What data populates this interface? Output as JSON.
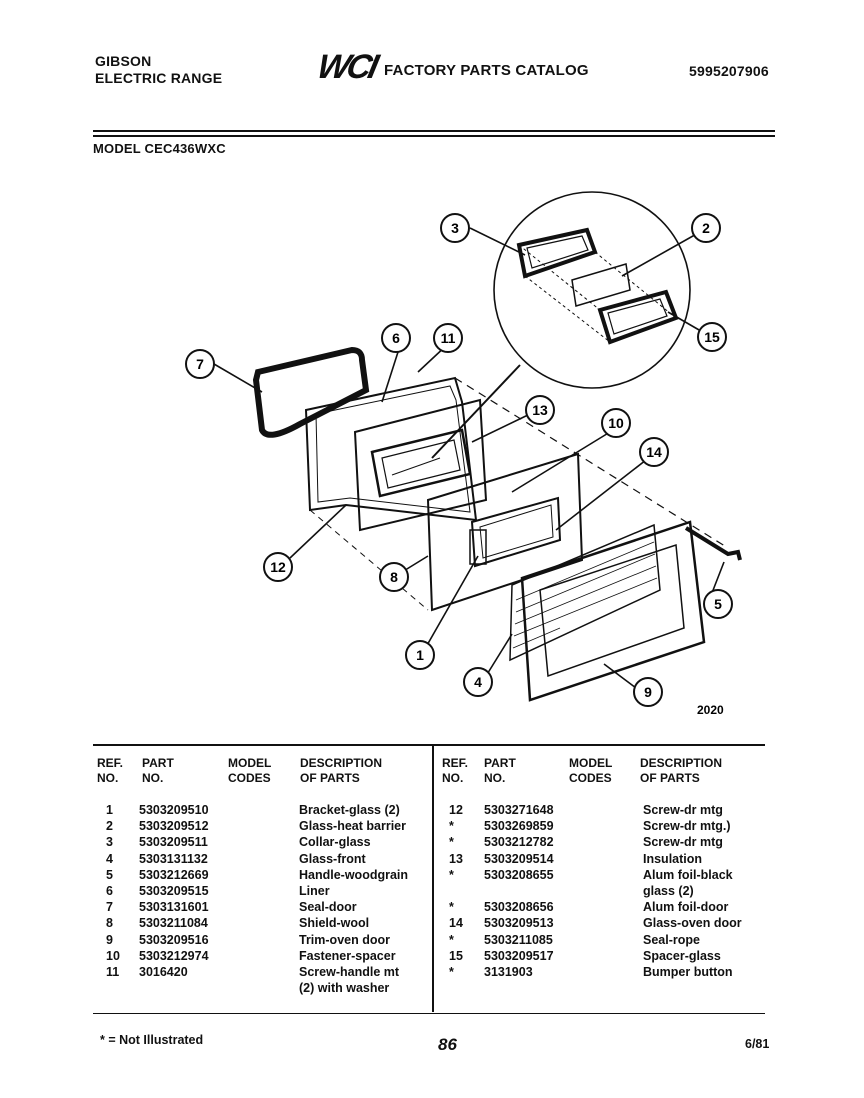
{
  "header": {
    "brand_line1": "GIBSON",
    "brand_line2": "ELECTRIC RANGE",
    "logo_text": "WCI",
    "catalog_title": "FACTORY PARTS CATALOG",
    "catalog_number": "5995207906",
    "model_label": "MODEL CEC436WXC"
  },
  "diagram": {
    "figure_number": "2020",
    "callouts": [
      "1",
      "2",
      "3",
      "4",
      "5",
      "6",
      "7",
      "8",
      "9",
      "10",
      "11",
      "12",
      "13",
      "14",
      "15"
    ]
  },
  "table": {
    "headers": {
      "ref": [
        "REF.",
        "NO."
      ],
      "part": [
        "PART",
        "NO."
      ],
      "model": [
        "MODEL",
        "CODES"
      ],
      "desc": [
        "DESCRIPTION",
        "OF PARTS"
      ]
    },
    "left_rows": [
      {
        "ref": "1",
        "part": "5303209510",
        "code": "",
        "desc": "Bracket-glass (2)"
      },
      {
        "ref": "2",
        "part": "5303209512",
        "code": "",
        "desc": "Glass-heat barrier"
      },
      {
        "ref": "3",
        "part": "5303209511",
        "code": "",
        "desc": "Collar-glass"
      },
      {
        "ref": "4",
        "part": "5303131132",
        "code": "",
        "desc": "Glass-front"
      },
      {
        "ref": "5",
        "part": "5303212669",
        "code": "",
        "desc": "Handle-woodgrain"
      },
      {
        "ref": "6",
        "part": "5303209515",
        "code": "",
        "desc": "Liner"
      },
      {
        "ref": "7",
        "part": "5303131601",
        "code": "",
        "desc": "Seal-door"
      },
      {
        "ref": "8",
        "part": "5303211084",
        "code": "",
        "desc": "Shield-wool"
      },
      {
        "ref": "9",
        "part": "5303209516",
        "code": "",
        "desc": "Trim-oven door"
      },
      {
        "ref": "10",
        "part": "5303212974",
        "code": "",
        "desc": "Fastener-spacer"
      },
      {
        "ref": "11",
        "part": "3016420",
        "code": "",
        "desc": "Screw-handle mt"
      },
      {
        "ref": "",
        "part": "",
        "code": "",
        "desc": "(2) with washer"
      }
    ],
    "right_rows": [
      {
        "ref": "12",
        "part": "5303271648",
        "code": "",
        "desc": "Screw-dr mtg"
      },
      {
        "ref": "*",
        "part": "5303269859",
        "code": "",
        "desc": "Screw-dr mtg.)"
      },
      {
        "ref": "*",
        "part": "5303212782",
        "code": "",
        "desc": "Screw-dr mtg"
      },
      {
        "ref": "13",
        "part": "5303209514",
        "code": "",
        "desc": "Insulation"
      },
      {
        "ref": "*",
        "part": "5303208655",
        "code": "",
        "desc": "Alum foil-black"
      },
      {
        "ref": "",
        "part": "",
        "code": "",
        "desc": "glass (2)"
      },
      {
        "ref": "*",
        "part": "5303208656",
        "code": "",
        "desc": "Alum foil-door"
      },
      {
        "ref": "14",
        "part": "5303209513",
        "code": "",
        "desc": "Glass-oven door"
      },
      {
        "ref": "*",
        "part": "5303211085",
        "code": "",
        "desc": "Seal-rope"
      },
      {
        "ref": "15",
        "part": "5303209517",
        "code": "",
        "desc": "Spacer-glass"
      },
      {
        "ref": "*",
        "part": "3131903",
        "code": "",
        "desc": "Bumper button"
      }
    ]
  },
  "footer": {
    "note": "* = Not Illustrated",
    "page": "86",
    "date": "6/81"
  }
}
